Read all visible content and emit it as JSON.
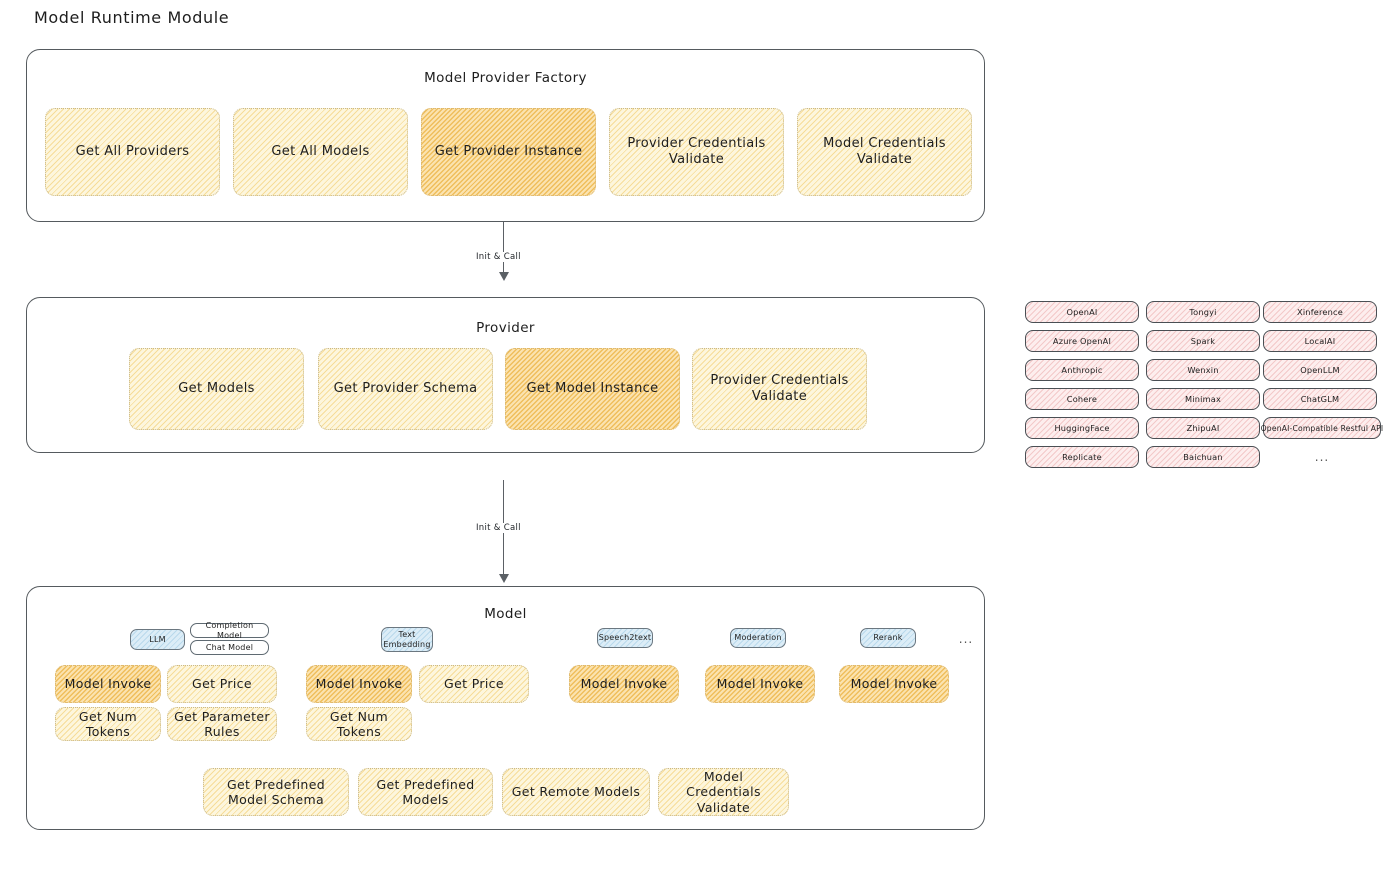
{
  "page": {
    "title": "Model Runtime Module"
  },
  "factory": {
    "title": "Model Provider Factory",
    "nodes": [
      {
        "label": "Get All Providers",
        "highlight": false
      },
      {
        "label": "Get All Models",
        "highlight": false
      },
      {
        "label": "Get Provider Instance",
        "highlight": true
      },
      {
        "label": "Provider Credentials Validate",
        "highlight": false
      },
      {
        "label": "Model Credentials Validate",
        "highlight": false
      }
    ]
  },
  "arrows": [
    {
      "label": "Init & Call"
    },
    {
      "label": "Init & Call"
    }
  ],
  "provider": {
    "title": "Provider",
    "nodes": [
      {
        "label": "Get Models",
        "highlight": false
      },
      {
        "label": "Get Provider Schema",
        "highlight": false
      },
      {
        "label": "Get Model Instance",
        "highlight": true
      },
      {
        "label": "Provider Credentials Validate",
        "highlight": false
      }
    ]
  },
  "provider_list": {
    "columns": [
      [
        "OpenAI",
        "Azure OpenAI",
        "Anthropic",
        "Cohere",
        "HuggingFace",
        "Replicate"
      ],
      [
        "Tongyi",
        "Spark",
        "Wenxin",
        "Minimax",
        "ZhipuAI",
        "Baichuan"
      ],
      [
        "Xinference",
        "LocalAI",
        "OpenLLM",
        "ChatGLM",
        "OpenAI-Compatible Restful API"
      ]
    ],
    "more": "..."
  },
  "model": {
    "title": "Model",
    "more": "...",
    "types": [
      {
        "name": "LLM",
        "sub_badges": [
          "Completion Model",
          "Chat Model"
        ],
        "nodes": [
          "Model Invoke",
          "Get Price",
          "Get Num Tokens",
          "Get Parameter Rules"
        ],
        "highlight": "Model Invoke"
      },
      {
        "name": "Text Embedding",
        "sub_badges": [],
        "nodes": [
          "Model Invoke",
          "Get Price",
          "Get Num Tokens"
        ],
        "highlight": "Model Invoke"
      },
      {
        "name": "Speech2text",
        "sub_badges": [],
        "nodes": [
          "Model Invoke"
        ],
        "highlight": "Model Invoke"
      },
      {
        "name": "Moderation",
        "sub_badges": [],
        "nodes": [
          "Model Invoke"
        ],
        "highlight": "Model Invoke"
      },
      {
        "name": "Rerank",
        "sub_badges": [],
        "nodes": [
          "Model Invoke"
        ],
        "highlight": "Model Invoke"
      }
    ],
    "common_nodes": [
      "Get Predefined Model Schema",
      "Get Predefined Models",
      "Get Remote Models",
      "Model Credentials Validate"
    ]
  },
  "colors": {
    "node_fill": "#fdf6dd",
    "node_highlight_fill": "#fbe3b0",
    "chip_fill": "#dcedf7",
    "pill_fill": "#fdeeee",
    "panel_border": "#555a5e",
    "text": "#1e1e1e"
  }
}
